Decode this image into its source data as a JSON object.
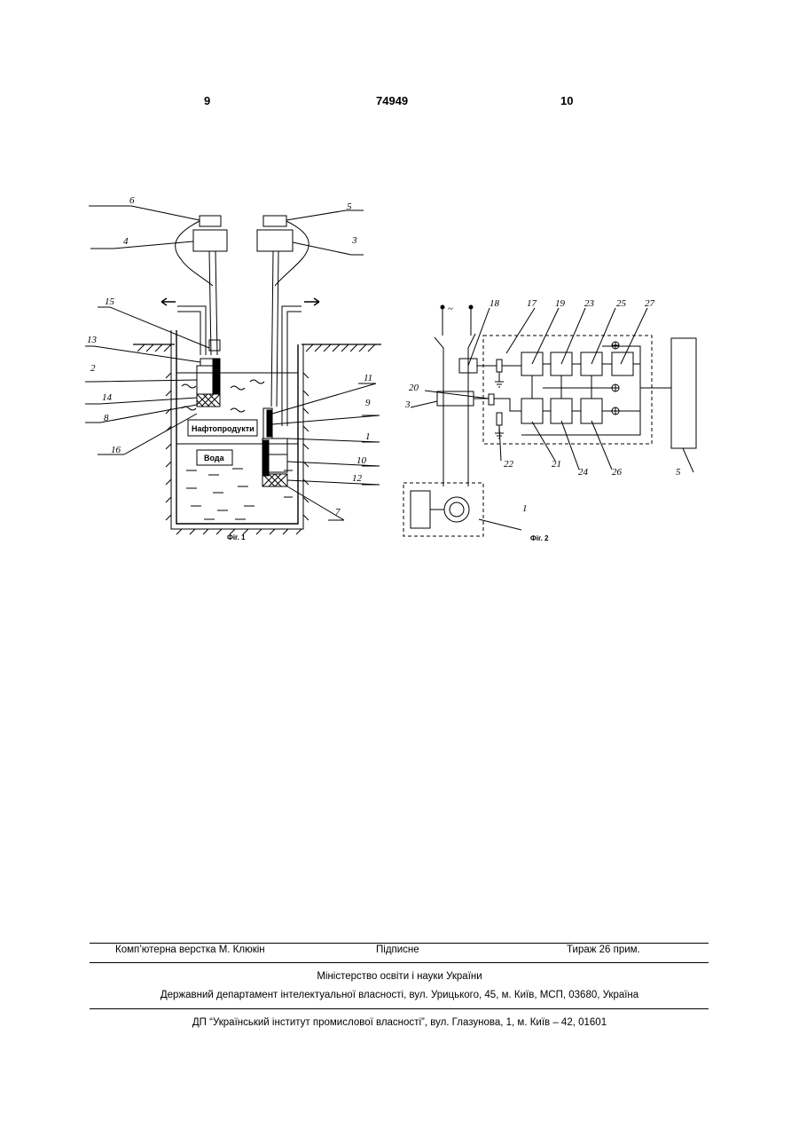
{
  "header": {
    "page_left": "9",
    "patent_number": "74949",
    "page_right": "10"
  },
  "fig1": {
    "caption": "Фіг. 1",
    "oil_label": "Нафтопродукти",
    "water_label": "Вода",
    "callouts": [
      "6",
      "5",
      "4",
      "3",
      "15",
      "13",
      "2",
      "14",
      "8",
      "16",
      "11",
      "9",
      "1",
      "10",
      "12",
      "7"
    ]
  },
  "fig2": {
    "caption": "Фіг. 2",
    "ac_symbol": "~",
    "callouts": [
      "18",
      "17",
      "19",
      "23",
      "25",
      "27",
      "20",
      "3",
      "22",
      "21",
      "24",
      "26",
      "5",
      "1"
    ]
  },
  "footer": {
    "typesetting": "Комп’ютерна верстка М. Клюкін",
    "signed": "Підписне",
    "circulation": "Тираж 26 прим.",
    "ministry": "Міністерство освіти і науки України",
    "department": "Державний департамент інтелектуальної власності, вул. Урицького, 45, м. Київ, МСП, 03680, Україна",
    "institute": "ДП “Український інститут промислової власності”, вул. Глазунова, 1, м. Київ – 42, 01601"
  }
}
